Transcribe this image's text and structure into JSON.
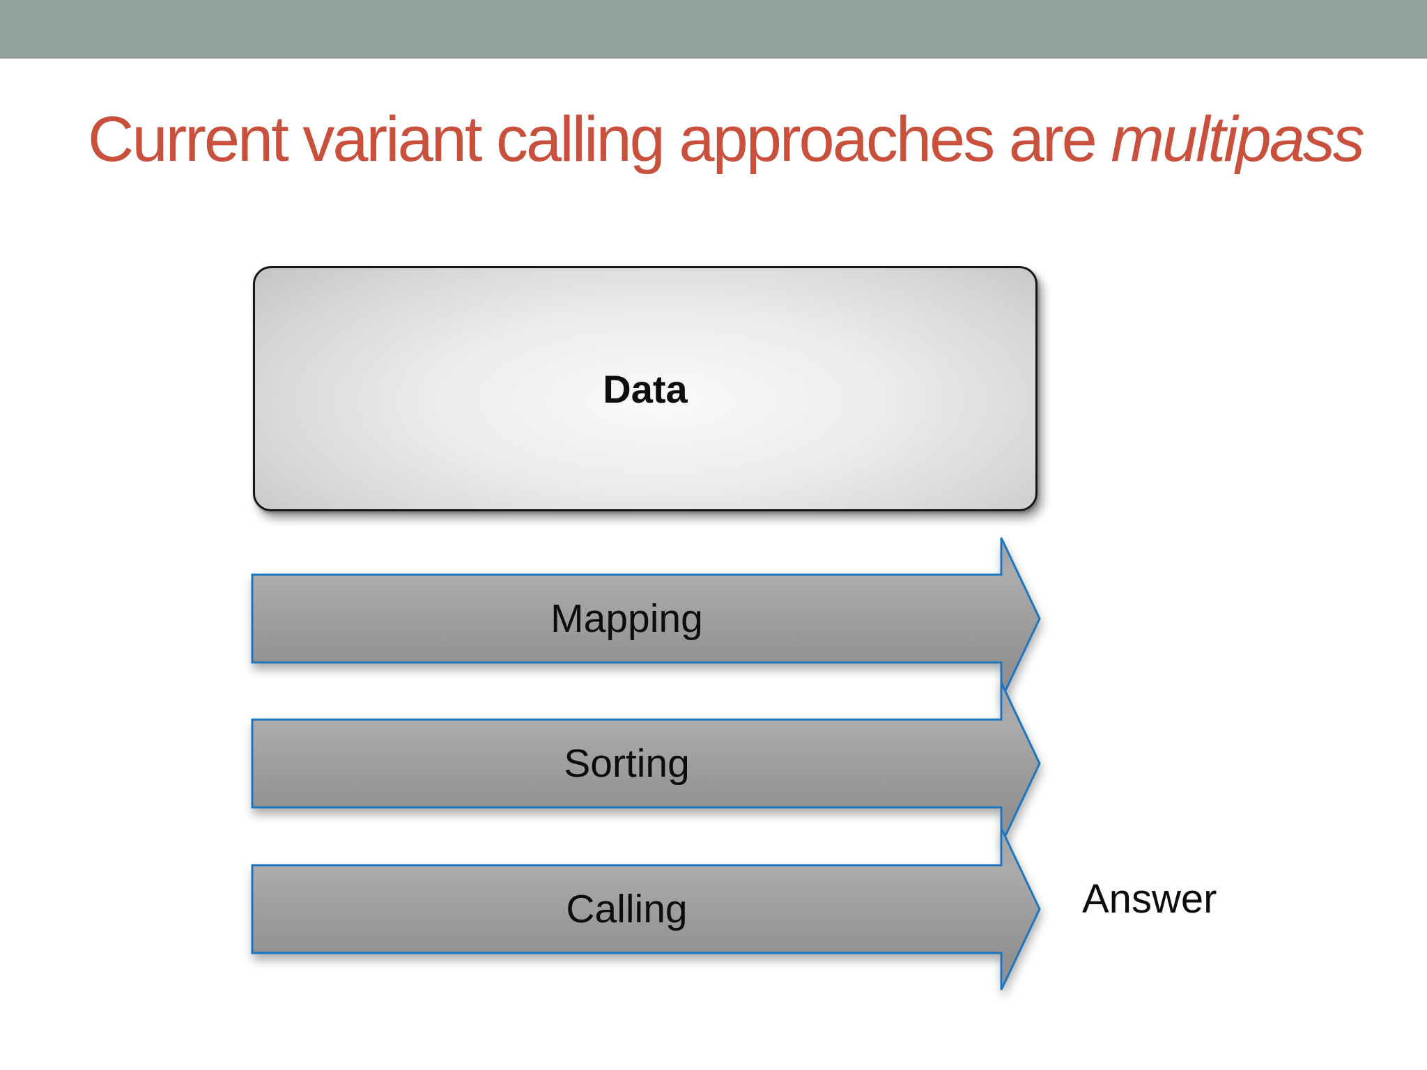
{
  "slide": {
    "title": {
      "text_regular": "Current variant calling approaches are ",
      "text_italic": "multipass"
    },
    "pipeline": {
      "data_box_label": "Data",
      "steps": [
        {
          "label": "Mapping"
        },
        {
          "label": "Sorting"
        },
        {
          "label": "Calling"
        }
      ],
      "answer_label": "Answer"
    },
    "colors": {
      "band": "#93a29b",
      "title": "#c8503c",
      "arrow_outline": "#1b76c2",
      "arrow_fill": "#9c9c9c",
      "data_box_border": "#161616",
      "text": "#0d0d0d"
    }
  }
}
